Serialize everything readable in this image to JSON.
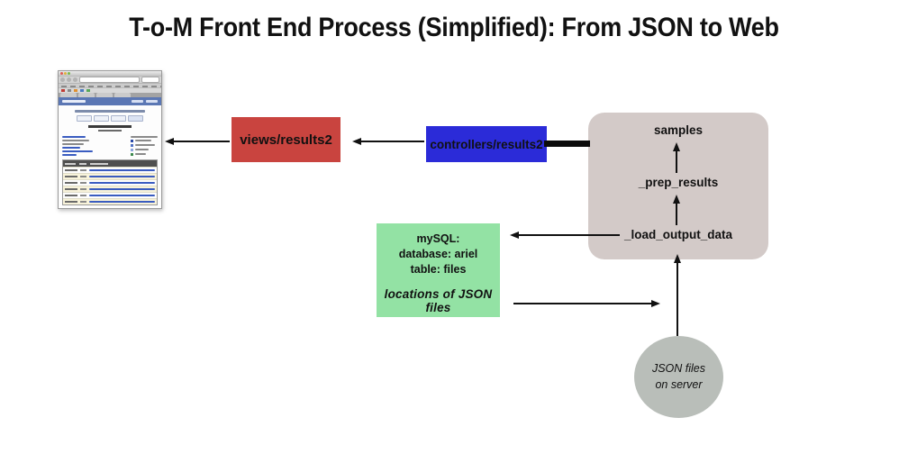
{
  "title": "T-o-M Front End Process (Simplified): From JSON to Web",
  "colors": {
    "views_box": "#c9443f",
    "controllers_box": "#2b2bd8",
    "pipeline_box": "#d3cac8",
    "mysql_box": "#93e2a4",
    "json_circle": "#b9beb9",
    "arrow": "#111111",
    "thumbnail_banner": "#5b77b4"
  },
  "nodes": {
    "views_box": {
      "label": "views/results2"
    },
    "controllers_box": {
      "label": "controllers/results2"
    },
    "pipeline_box": {
      "steps": [
        "samples",
        "_prep_results",
        "_load_output_data"
      ]
    },
    "mysql_box": {
      "lines": [
        "mySQL:",
        "database: ariel",
        "table: files"
      ],
      "note": "locations of JSON files"
    },
    "json_circle": {
      "lines": [
        "JSON files",
        "on server"
      ]
    }
  }
}
